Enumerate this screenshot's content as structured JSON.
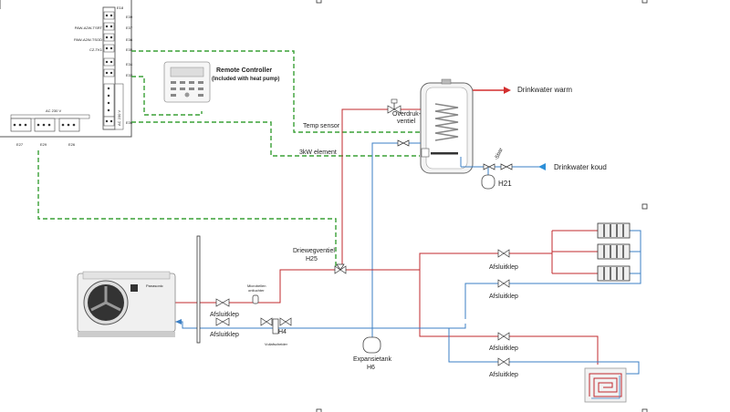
{
  "colors": {
    "hot": "#c0282e",
    "cold": "#3b7fc4",
    "control": "#3aa036",
    "hot_out": "#d32f2f",
    "cold_in": "#2d8fd8",
    "line": "#333333"
  },
  "controller": {
    "outputs": [
      "E39",
      "E37",
      "E36",
      "E35",
      "E34",
      "E33",
      "E30"
    ],
    "output_top": "E18",
    "terminal_labels": {
      "pump_a2w_tsrt": "PAW-A2W-TSRT",
      "pump_a2w_tsod": "PAW-A2W-TSOD",
      "cz_tk1": "CZ-TK1"
    },
    "ac_label_vertical": "AC 230 V",
    "ac_label": "AC 230 V",
    "bottom_labels": [
      "E27",
      "E29",
      "E26"
    ]
  },
  "remote": {
    "title": "Remote Controller",
    "subtitle": "(Included with heat pump)"
  },
  "labels": {
    "temp_sensor": "Temp sensor",
    "element": "3kW element",
    "drinkwater_warm": "Drinkwater warm",
    "drinkwater_koud": "Drinkwater koud",
    "overdruk": "Overdruk-",
    "ventiel": "ventiel",
    "h21": "H21",
    "valve_50": "-5bar",
    "driewegventiel": "Driewegventiel",
    "h25": "H25",
    "afsluitklep": "Afsluitklep",
    "h4": "H4",
    "expansietank": "Expansietank",
    "h6": "H6",
    "micro_1": "Microbellen",
    "micro_2": "ontluchter",
    "vuilafscheider": "Vuilafscheider",
    "heatpump_brand": "Panasonic"
  }
}
